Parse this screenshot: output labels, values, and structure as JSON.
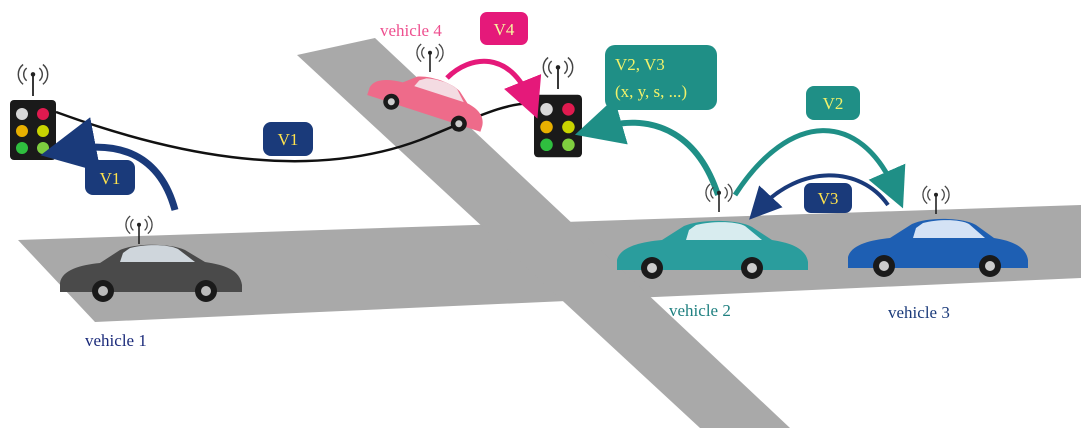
{
  "vehicles": [
    {
      "id": "vehicle-1",
      "label": "vehicle 1",
      "body_color": "#4a4a4a"
    },
    {
      "id": "vehicle-2",
      "label": "vehicle 2",
      "body_color": "#2a9d9d"
    },
    {
      "id": "vehicle-3",
      "label": "vehicle 3",
      "body_color": "#1e5fb3"
    },
    {
      "id": "vehicle-4",
      "label": "vehicle 4",
      "body_color": "#ee6b8a"
    }
  ],
  "messages": {
    "v1_signal": "V1",
    "v1_link": "V1",
    "v4": "V4",
    "v2v3_line1": "V2, V3",
    "v2v3_line2": "(x, y, s, ...)",
    "v2": "V2",
    "v3": "V3"
  },
  "colors": {
    "road": "#a9a9a9",
    "navy": "#1a3a7a",
    "teal": "#1f8f86",
    "pink": "#e5197a",
    "v1_text": "#ffe34d",
    "v2v3_text": "#f2f26a",
    "label_v1": "#1a2a7a",
    "label_v2": "#1f8080",
    "label_v3": "#1a3a7a",
    "label_v4": "#ee4f8f"
  },
  "icons": [
    "traffic-light-icon",
    "antenna-icon",
    "car-icon"
  ]
}
